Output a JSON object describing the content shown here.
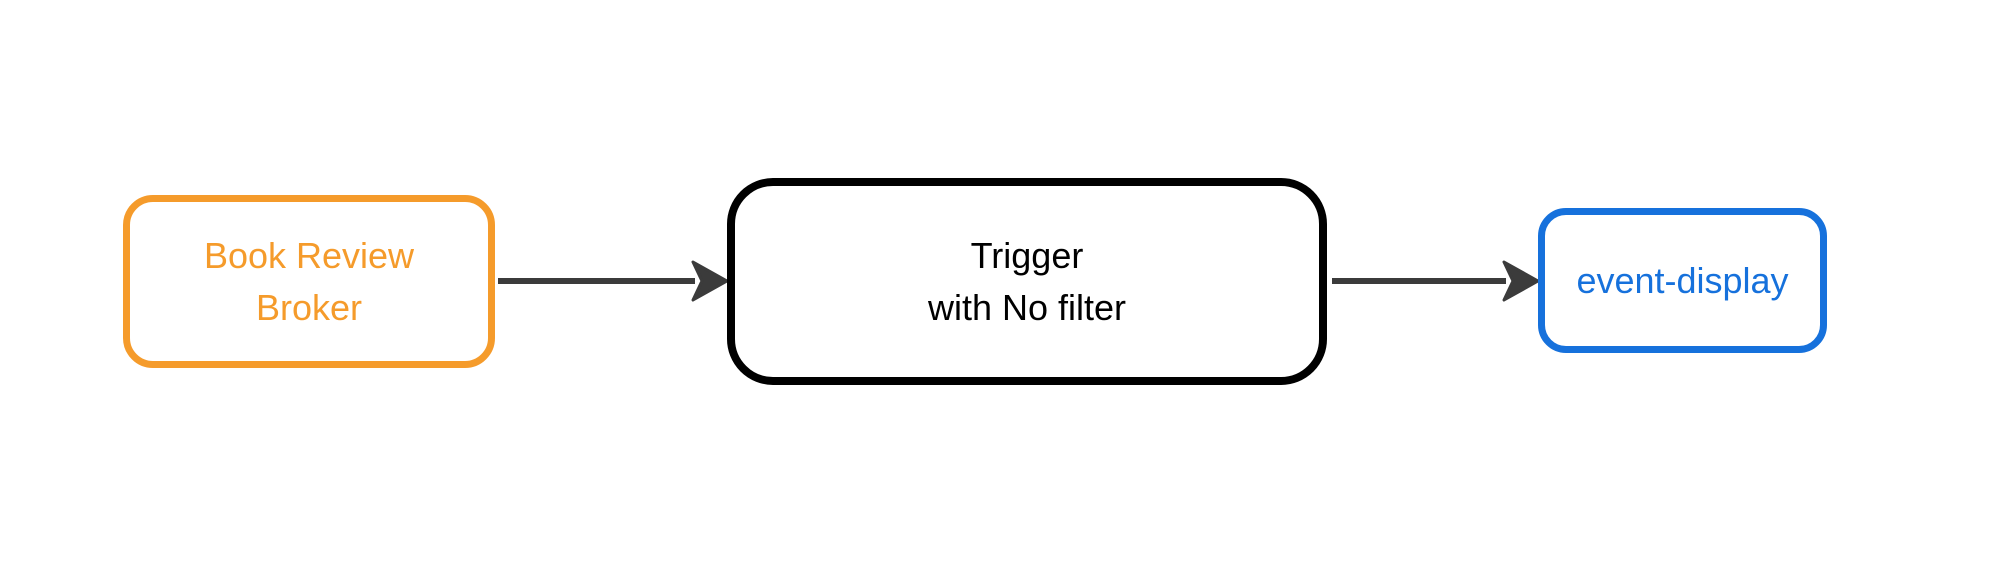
{
  "diagram": {
    "background_color": "#FFFFFF",
    "arrow_color": "#3B3B3B",
    "nodes": [
      {
        "id": "book-review-broker",
        "lines": [
          "Book Review",
          "Broker"
        ],
        "color": "#F59B2B",
        "shape": "rounded-rectangle"
      },
      {
        "id": "trigger",
        "lines": [
          "Trigger",
          "with No filter"
        ],
        "color": "#000000",
        "shape": "rounded-rectangle"
      },
      {
        "id": "event-display",
        "lines": [
          "event-display"
        ],
        "color": "#1671DC",
        "shape": "rounded-rectangle"
      }
    ],
    "edges": [
      {
        "from": "book-review-broker",
        "to": "trigger"
      },
      {
        "from": "trigger",
        "to": "event-display"
      }
    ]
  }
}
